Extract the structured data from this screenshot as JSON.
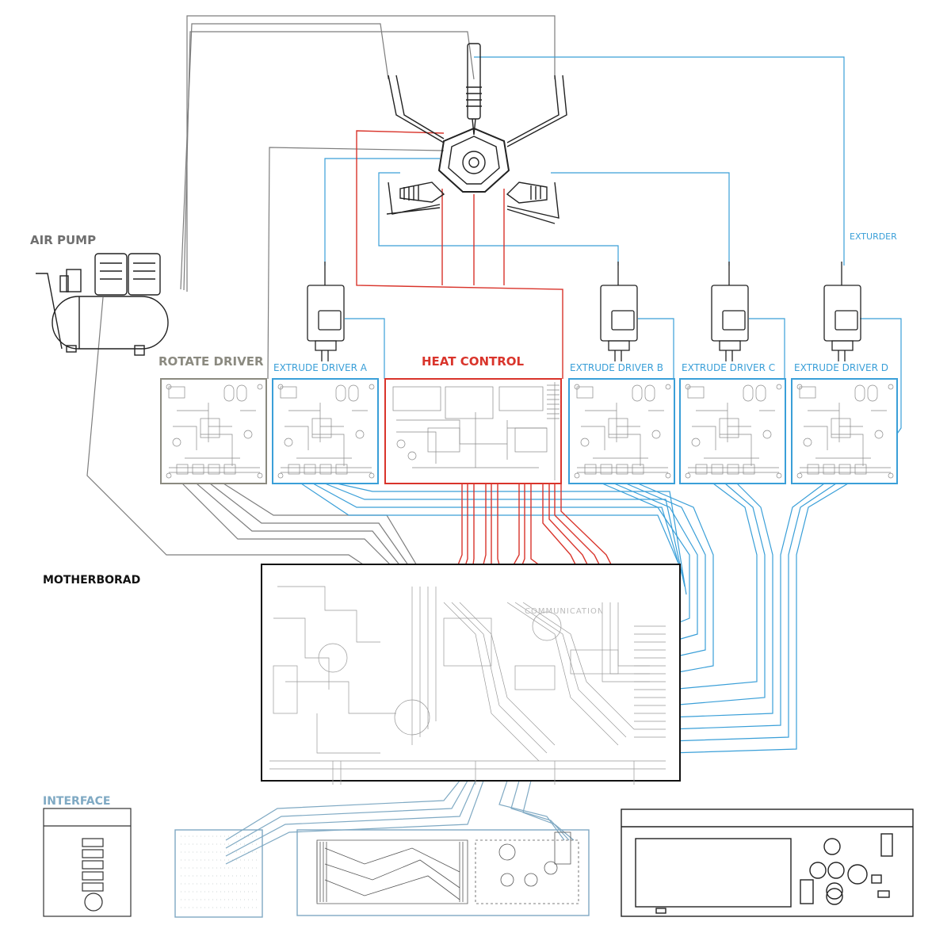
{
  "labels": {
    "air_pump": "AIR PUMP",
    "rotate_driver": "ROTATE DRIVER",
    "extrude_driver_a": "EXTRUDE DRIVER A",
    "heat_control": "HEAT CONTROL",
    "extrude_driver_b": "EXTRUDE DRIVER B",
    "extrude_driver_c": "EXTRUDE DRIVER C",
    "extrude_driver_d": "EXTRUDE DRIVER D",
    "exturder": "EXTURDER",
    "motherboard": "MOTHERBORAD",
    "interface": "INTERFACE",
    "communication": "COMMUNICATION"
  },
  "colors": {
    "grey_wire": "#8b8a80",
    "blue_wire": "#3a9fd8",
    "red_wire": "#d9342b",
    "interface_wire": "#7fa9c3",
    "board_outline": "#111111"
  },
  "icons": {
    "pump": "air-compressor-icon",
    "extruder": "stepper-motor-icon",
    "print_head": "hexagonal-print-head-icon"
  }
}
